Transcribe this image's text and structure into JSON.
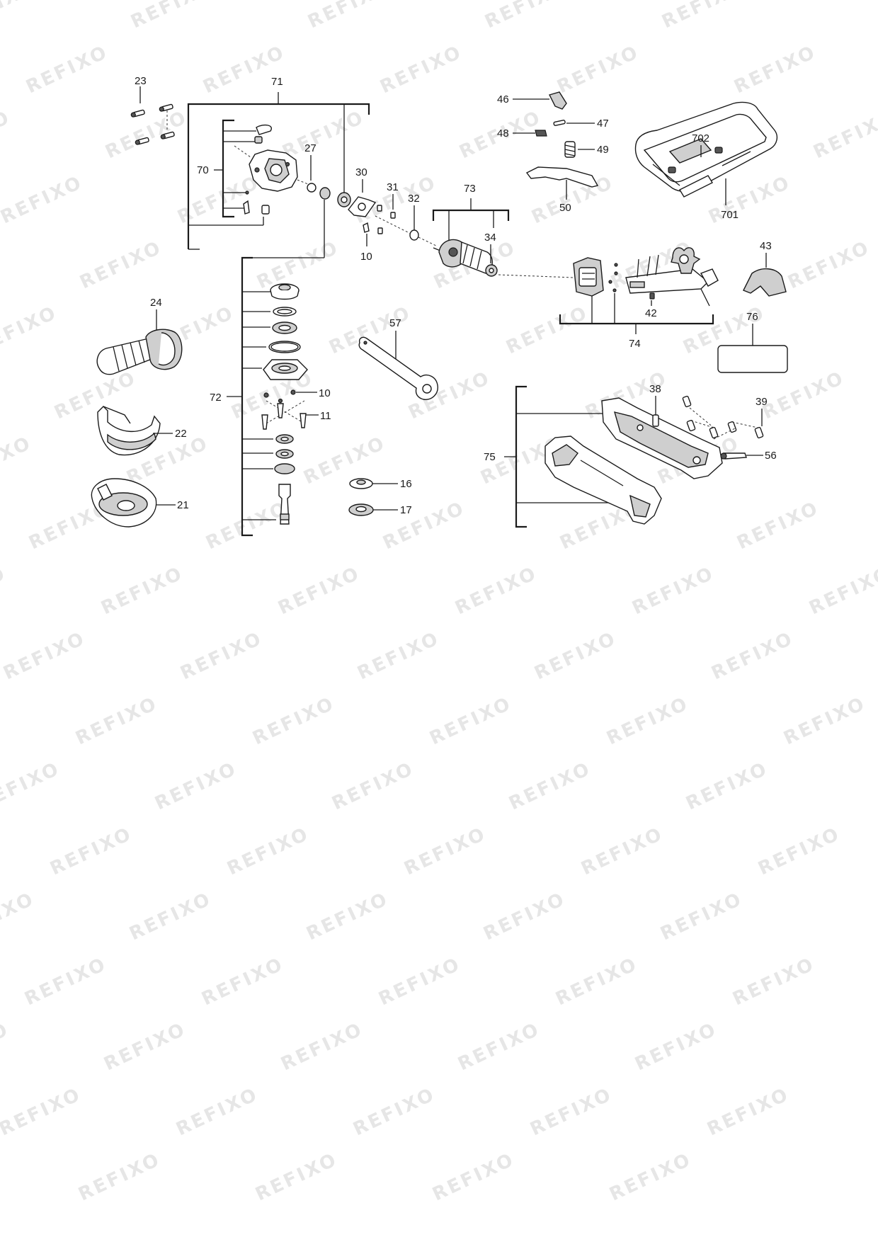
{
  "watermark": "REFIXO",
  "labels": {
    "l23": "23",
    "l71": "71",
    "l70": "70",
    "l27": "27",
    "l30": "30",
    "l31": "31",
    "l32": "32",
    "l73": "73",
    "l34": "34",
    "l10a": "10",
    "l46": "46",
    "l47": "47",
    "l48": "48",
    "l49": "49",
    "l50": "50",
    "l702": "702",
    "l701": "701",
    "l43": "43",
    "l42": "42",
    "l74": "74",
    "l76": "76",
    "l24": "24",
    "l57": "57",
    "l72": "72",
    "l10b": "10",
    "l11": "11",
    "l22": "22",
    "l21": "21",
    "l16": "16",
    "l17": "17",
    "l38": "38",
    "l39": "39",
    "l75": "75",
    "l56": "56"
  }
}
